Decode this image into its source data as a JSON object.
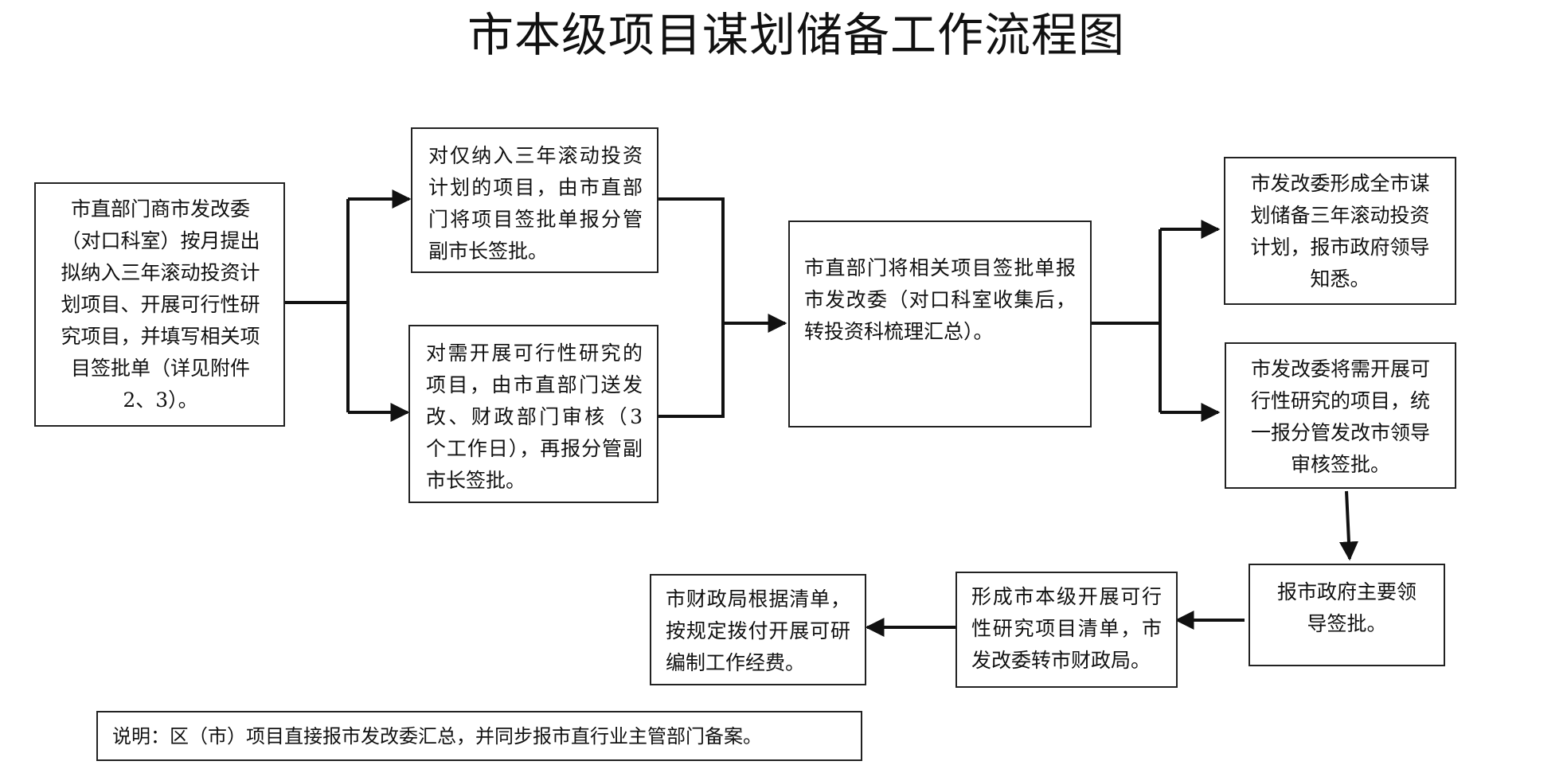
{
  "title": "市本级项目谋划储备工作流程图",
  "nodes": {
    "dept_submit": "市直部门商市发改委（对口科室）按月提出拟纳入三年滚动投资计划项目、开展可行性研究项目，并填写相关项目签批单（详见附件 2、3）。",
    "rolling_plan_only": "对仅纳入三年滚动投资计划的项目，由市直部门将项目签批单报分管副市长签批。",
    "feasibility_review": "对需开展可行性研究的项目，由市直部门送发改、财政部门审核（3 个工作日），再报分管副市长签批。",
    "submit_to_ndrc": "市直部门将相关项目签批单报市发改委（对口科室收集后，转投资科梳理汇总）。",
    "form_plan": "市发改委形成全市谋划储备三年滚动投资计划，报市政府领导知悉。",
    "unified_approval": "市发改委将需开展可行性研究的项目，统一报分管发改市领导审核签批。",
    "mayor_approval": "报市政府主要领导签批。",
    "project_list": "形成市本级开展可行性研究项目清单，市发改委转市财政局。",
    "finance_fund": "市财政局根据清单，按规定拨付开展可研编制工作经费。"
  },
  "note": "说明：区（市）项目直接报市发改委汇总，并同步报市直行业主管部门备案。",
  "colors": {
    "line": "#111111",
    "border": "#222222",
    "background": "#ffffff"
  }
}
